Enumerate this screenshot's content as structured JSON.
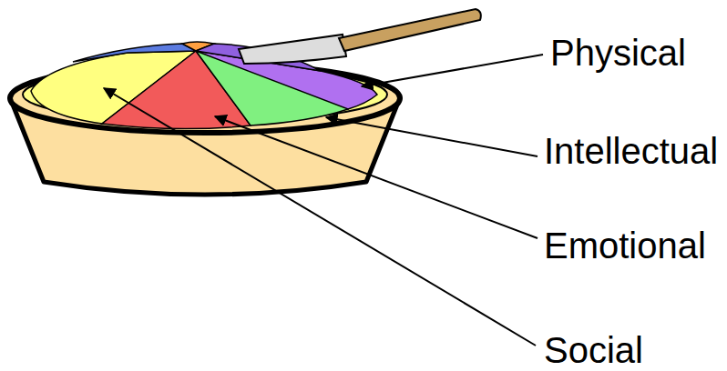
{
  "diagram": {
    "labels": [
      "Physical",
      "Intellectual",
      "Emotional",
      "Social"
    ]
  }
}
